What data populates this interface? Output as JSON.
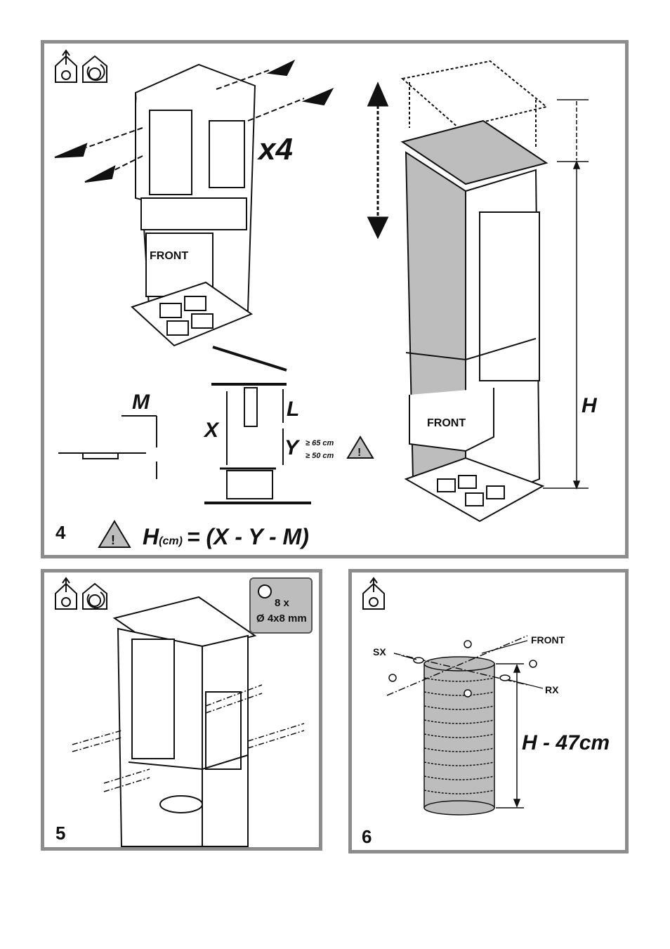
{
  "step4": {
    "number": "4",
    "multiplier": "x4",
    "front_label": "FRONT",
    "front_label_right": "FRONT",
    "label_M": "M",
    "label_L": "L",
    "label_X": "X",
    "label_Y": "Y",
    "label_H": "H",
    "y_gas": "≥ 65 cm",
    "y_electric": "≥ 50 cm",
    "formula": {
      "h": "H",
      "unit": "(cm)",
      "rest": "= (X - Y - M)"
    }
  },
  "step5": {
    "number": "5",
    "screw_count": "8 x",
    "screw_size": "Ø 4x8 mm"
  },
  "step6": {
    "number": "6",
    "label_front": "FRONT",
    "label_sx": "SX",
    "label_rx": "RX",
    "duct_length": "H - 47cm"
  },
  "colors": {
    "frame_border": "#8c8c8c",
    "frame_fill_grey": "#bdbdbd",
    "badge_grey": "#bdbdbd",
    "ink": "#111111"
  }
}
